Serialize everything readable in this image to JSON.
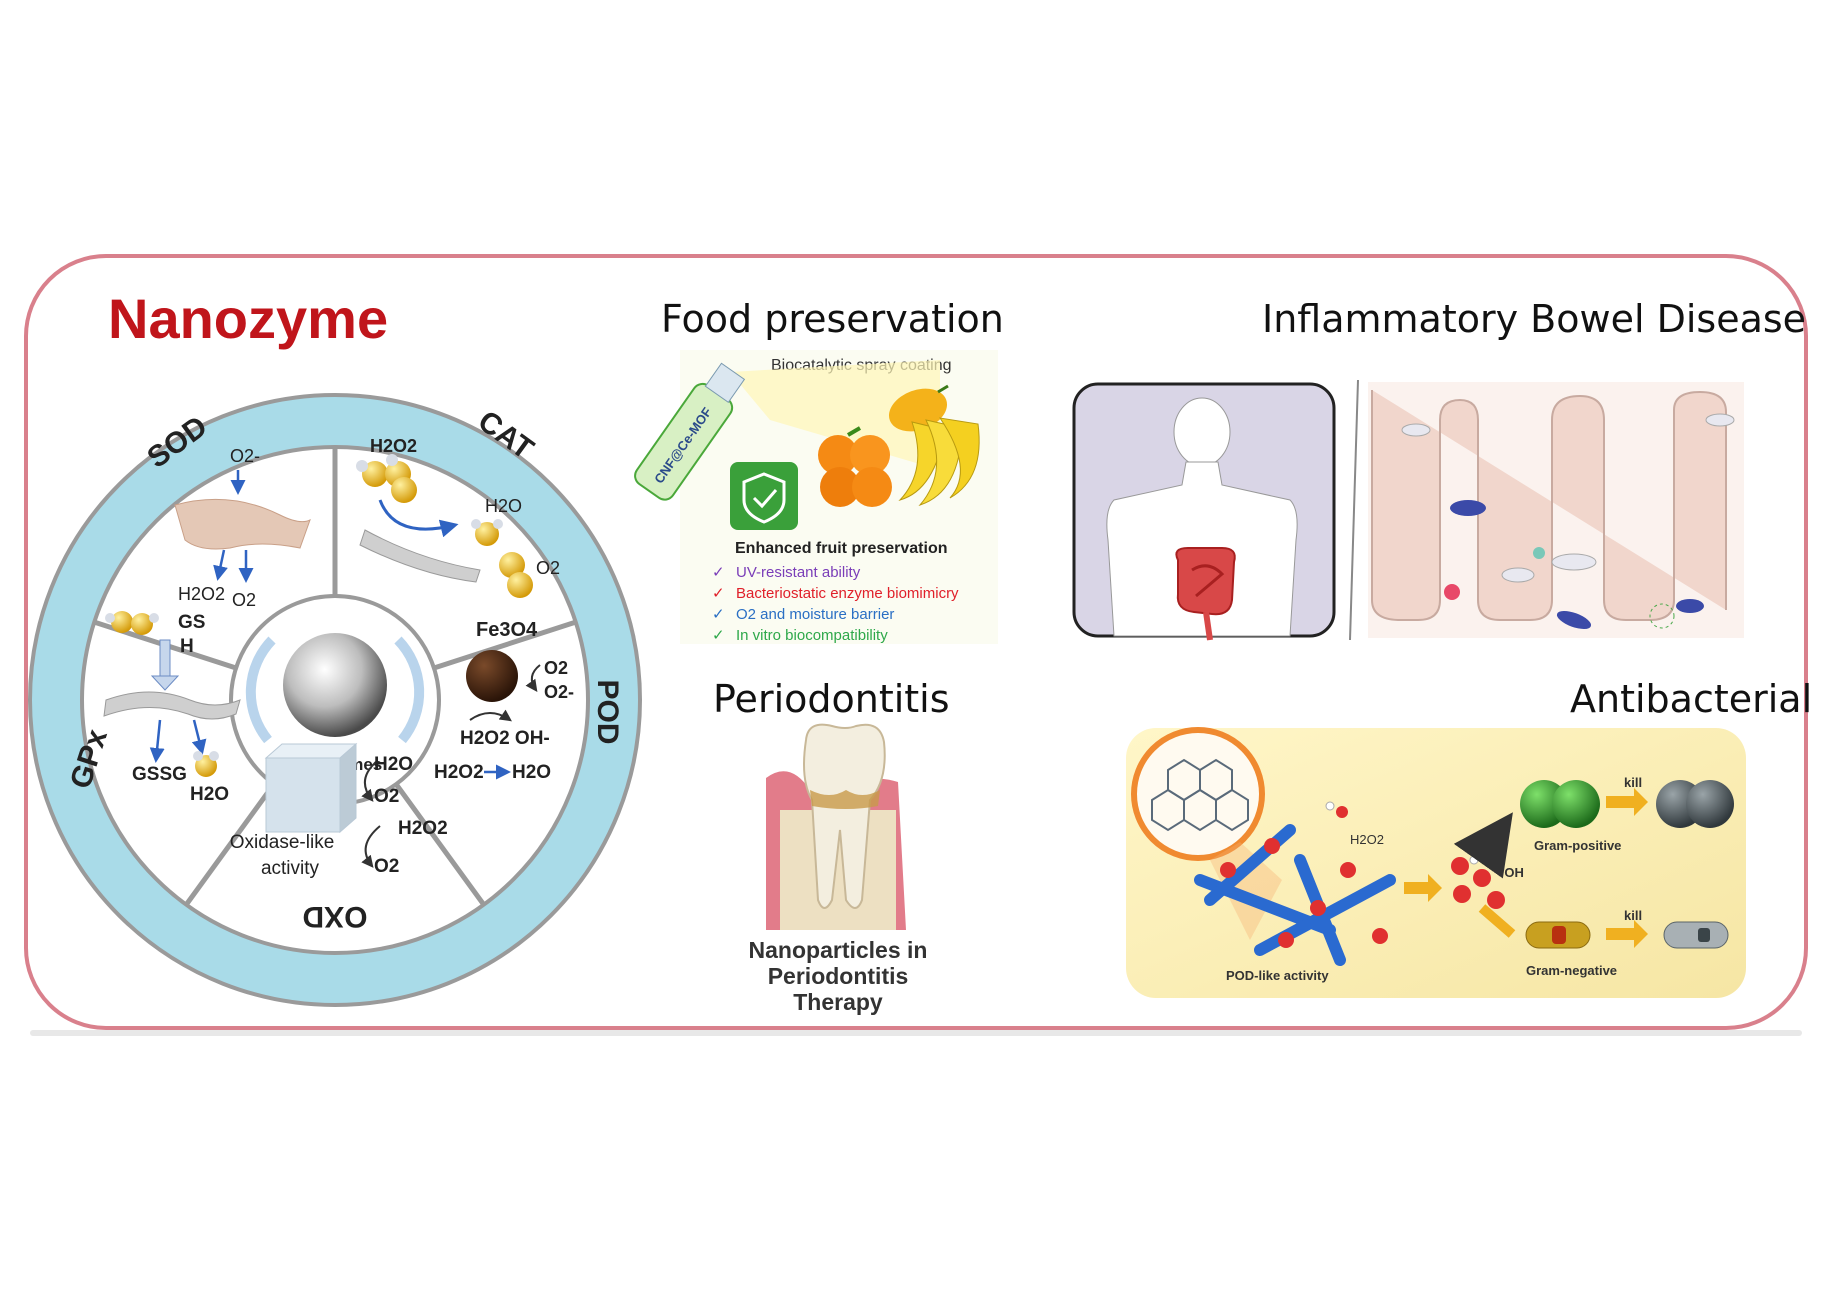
{
  "main_title": "Nanozyme",
  "wheel": {
    "center_label": "Nanozymes",
    "ring_labels": {
      "sod": "SOD",
      "cat": "CAT",
      "pod": "POD",
      "oxd": "OXD",
      "gpx": "GPx"
    },
    "sod": {
      "reactant": "O2-",
      "product_1": "H2O2",
      "product_2": "O2"
    },
    "cat": {
      "reactant": "H2O2",
      "product_1": "H2O",
      "product_2": "O2"
    },
    "pod": {
      "material": "Fe3O4",
      "o2": "O2",
      "o2_radical": "O2-",
      "reaction_1": "H2O2  OH-",
      "reaction_2_left": "H2O2",
      "reaction_2_right": "H2O"
    },
    "oxd": {
      "h2o": "H2O",
      "o2_top": "O2",
      "h2o2": "H2O2",
      "o2_bottom": "O2",
      "caption_1": "Oxidase-like",
      "caption_2": "activity"
    },
    "gpx": {
      "gs": "GS",
      "h": "H",
      "gssg": "GSSG",
      "h2o": "H2O"
    }
  },
  "food": {
    "title": "Food preservation",
    "spray_caption": "Biocatalytic spray coating",
    "bottle_label": "CNF@Ce-MOF",
    "heading": "Enhanced fruit preservation",
    "bullets": [
      {
        "text": "UV-resistant ability",
        "color": "#7a3db8"
      },
      {
        "text": "Bacteriostatic enzyme biomimicry",
        "color": "#e0202a"
      },
      {
        "text": "O2 and moisture barrier",
        "color": "#2a6fc4"
      },
      {
        "text": "In vitro biocompatibility",
        "color": "#2ea84a"
      }
    ]
  },
  "ibd": {
    "title": "Inflammatory Bowel Disease"
  },
  "perio": {
    "title": "Periodontitis",
    "caption_1": "Nanoparticles in",
    "caption_2": "Periodontitis",
    "caption_3": "Therapy"
  },
  "antibacterial": {
    "title": "Antibacterial",
    "h2o2": "H2O2",
    "oh": "·OH",
    "kill_1": "kill",
    "kill_2": "kill",
    "gram_positive": "Gram-positive",
    "gram_negative": "Gram-negative",
    "pod_like": "POD-like activity"
  },
  "colors": {
    "frame_border": "#d9808c",
    "ring": "#a9dbe8",
    "title_red": "#c0151b",
    "gold": "#e3b21c",
    "arrow_blue": "#2f63c2"
  }
}
